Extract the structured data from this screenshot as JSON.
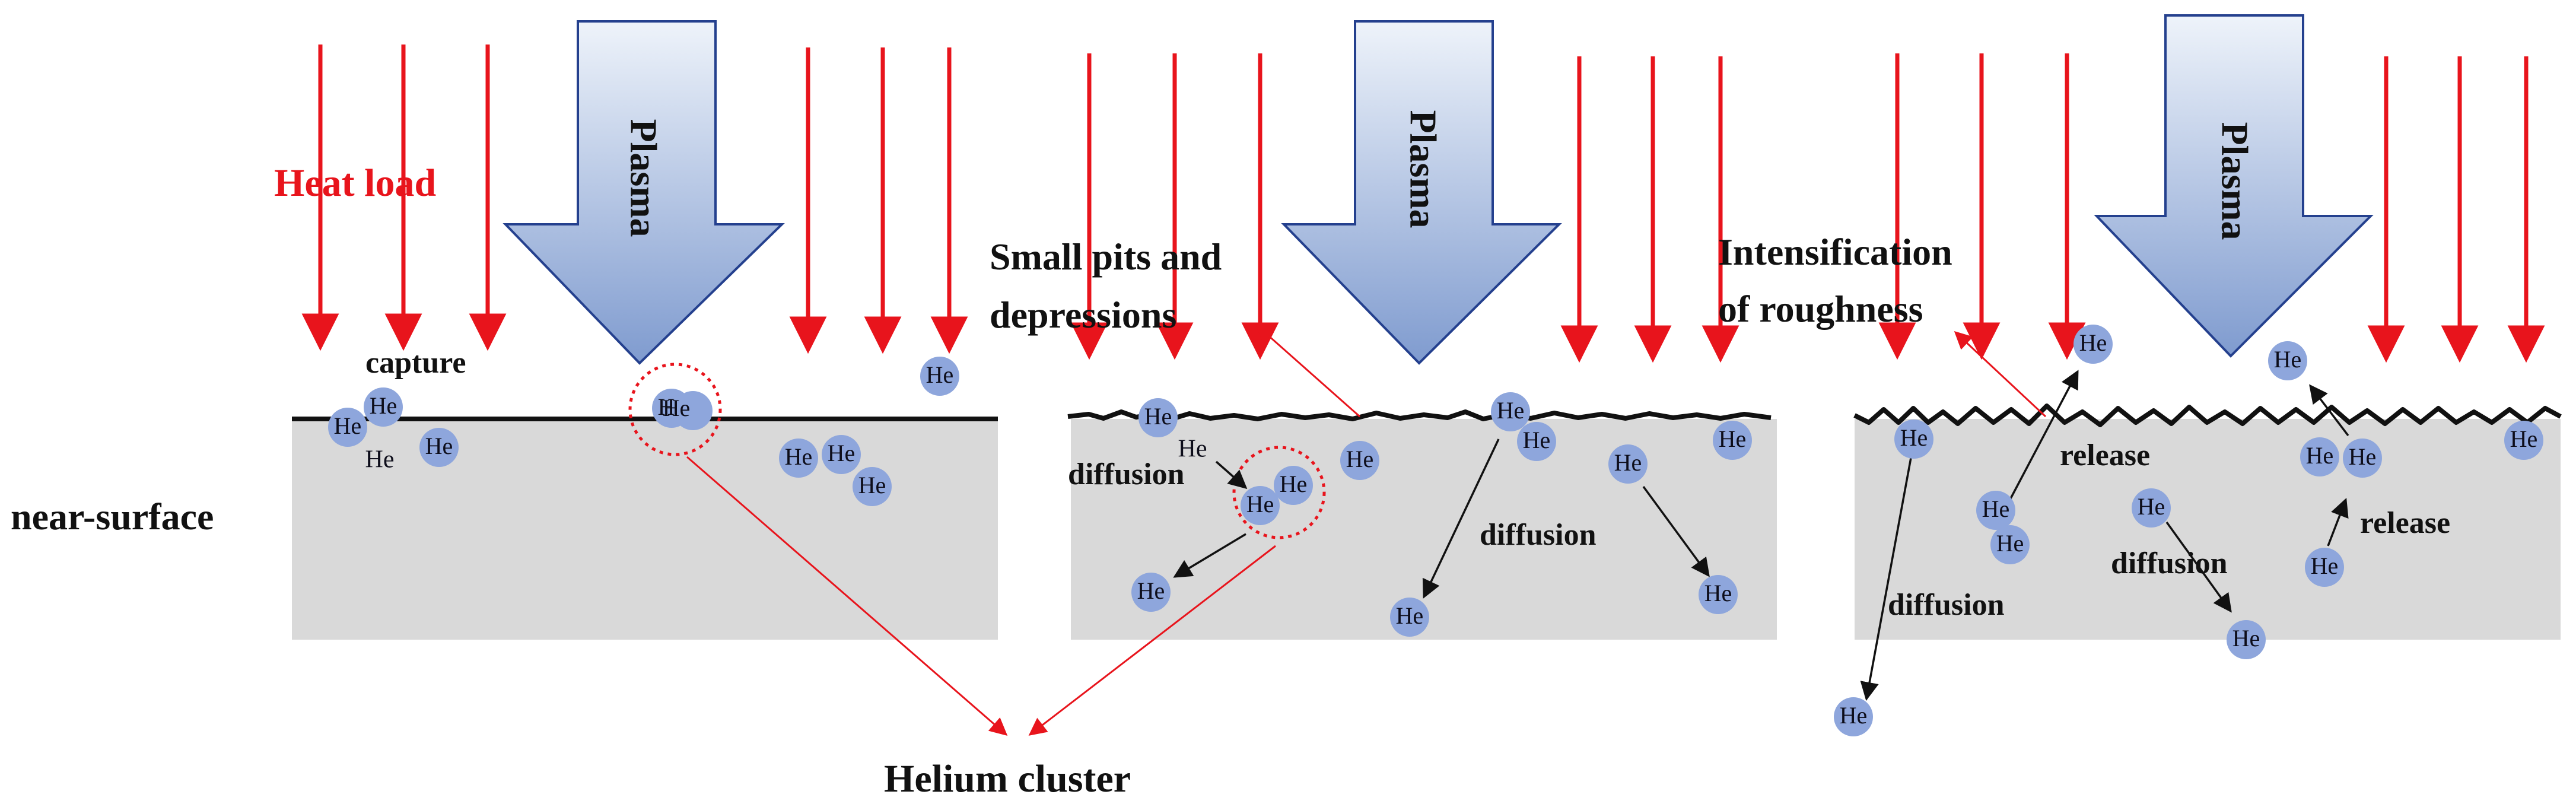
{
  "colors": {
    "heat_arrow": "#e8141c",
    "plasma_top": "#eef3fa",
    "plasma_bottom": "#7f9bcf",
    "plasma_stroke": "#24408e",
    "substrate": "#d9d9d9",
    "atom_fill": "#8ea6dc",
    "black_arrow": "#111111",
    "red_thin": "#e8141c"
  },
  "icons": {
    "heat_arrow": "red-down-arrow",
    "plasma": "block-down-arrow",
    "atom": "blue-circle"
  },
  "labels": {
    "heat_load": "Heat load",
    "capture": "capture",
    "near_surface": "near-surface",
    "helium_cluster": "Helium cluster",
    "small_pits_1": "Small pits and",
    "small_pits_2": "depressions",
    "intensification_1": "Intensification",
    "intensification_2": "of roughness",
    "diffusion": "diffusion",
    "release": "release",
    "plasma": "Plasma",
    "he": "He"
  }
}
